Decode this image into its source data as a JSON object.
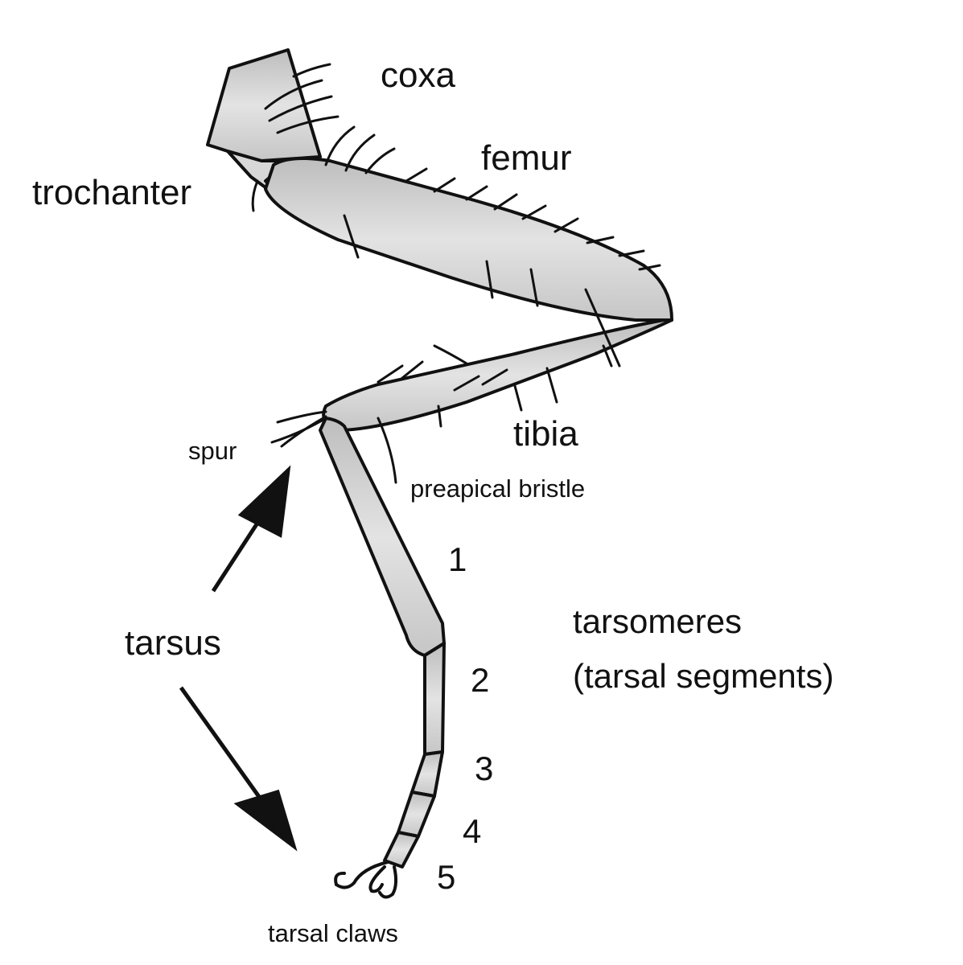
{
  "labels": {
    "coxa": "coxa",
    "femur": "femur",
    "trochanter": "trochanter",
    "tibia": "tibia",
    "spur": "spur",
    "preapical_bristle": "preapical bristle",
    "tarsus": "tarsus",
    "tarsomeres_line1": "tarsomeres",
    "tarsomeres_line2": "(tarsal segments)",
    "tarsal_claws": "tarsal claws"
  },
  "segment_numbers": [
    "1",
    "2",
    "3",
    "4",
    "5"
  ],
  "colors": {
    "ink": "#111111",
    "segment_fill": "#d4d4d4",
    "background": "#ffffff"
  }
}
